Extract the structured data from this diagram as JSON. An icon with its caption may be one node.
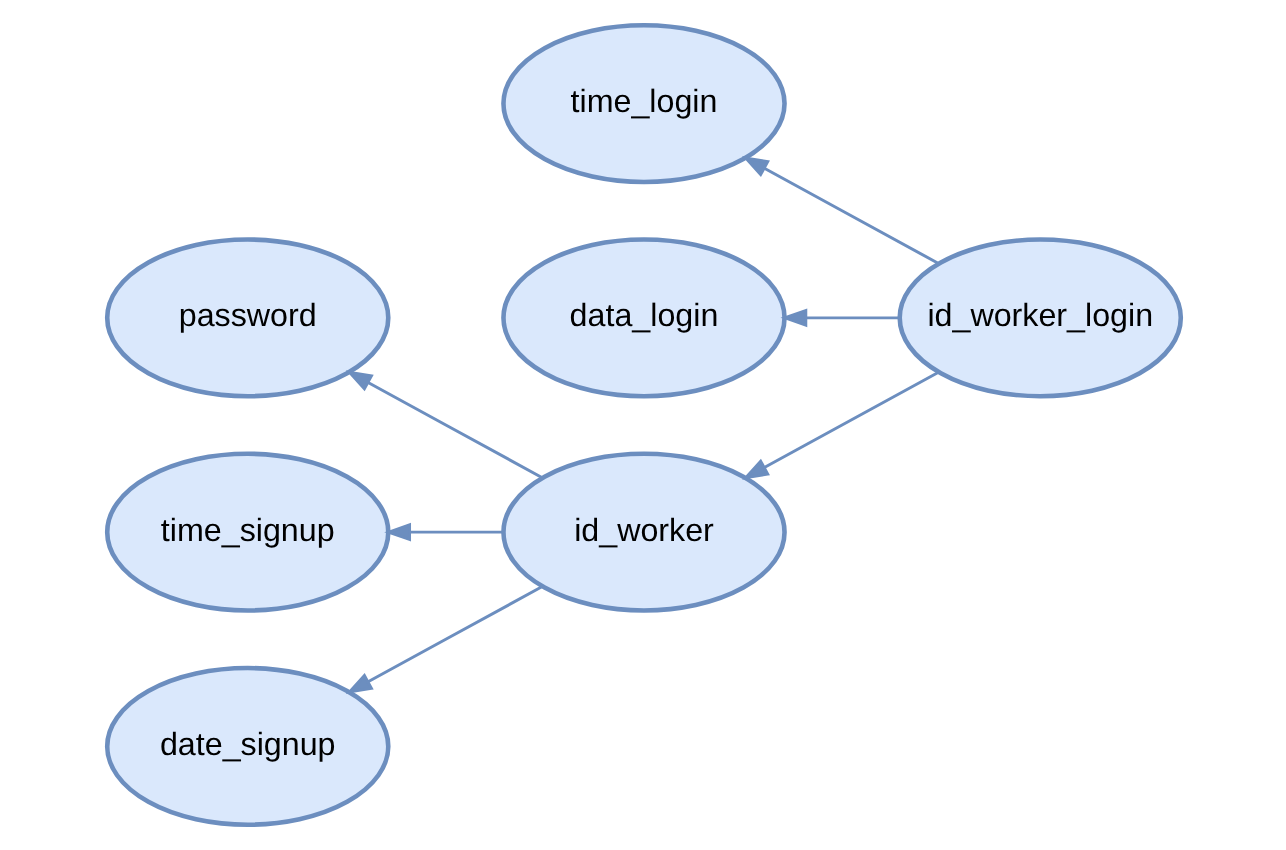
{
  "diagram": {
    "nodes": [
      {
        "text": [
          "password"
        ]
      },
      {
        "text": [
          "time_login"
        ]
      },
      {
        "text": [
          "data_login"
        ]
      },
      {
        "text": [
          "time_signup"
        ]
      },
      {
        "text": [
          "id_worker"
        ]
      },
      {
        "text": [
          "id_worker_login"
        ]
      },
      {
        "text": [
          "date_signup"
        ]
      }
    ],
    "edges": [
      {
        "from": 4,
        "to": 0,
        "arrow": "to"
      },
      {
        "from": 4,
        "to": 3,
        "arrow": "to"
      },
      {
        "from": 4,
        "to": 6,
        "arrow": "to"
      },
      {
        "from": 5,
        "to": 4,
        "arrow": "to"
      },
      {
        "from": 5,
        "to": 1,
        "arrow": "to"
      },
      {
        "from": 5,
        "to": 2,
        "arrow": "to"
      }
    ]
  }
}
